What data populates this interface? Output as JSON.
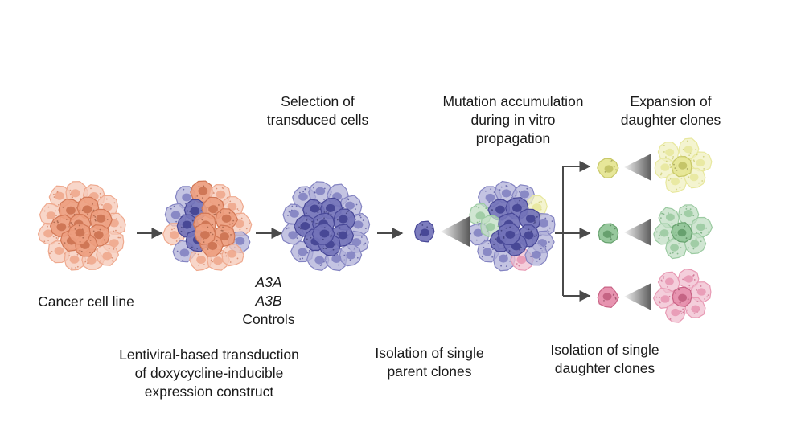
{
  "colors": {
    "cancer": "#e8845e",
    "transduced": "#4f4fa8",
    "transduced_light": "#b9b8e3",
    "mutation_yellow": "#dede74",
    "mutation_green": "#72b47a",
    "mutation_pink": "#de6e94",
    "arrow": "#4a4a4a"
  },
  "steps": {
    "cancer_line": "Cancer cell line",
    "transduction": [
      "Lentiviral-based transduction",
      "of doxycycline-inducible",
      "expression construct"
    ],
    "constructs": [
      "A3A",
      "A3B",
      "Controls"
    ],
    "selection": [
      "Selection of",
      "transduced cells"
    ],
    "isolation_parent": [
      "Isolation of single",
      "parent clones"
    ],
    "mutation": [
      "Mutation accumulation",
      "during in vitro",
      "propagation"
    ],
    "isolation_daughter": [
      "Isolation of single",
      "daughter clones"
    ],
    "expansion": [
      "Expansion of",
      "daughter clones"
    ]
  },
  "icons": [
    "cell-cluster-icon",
    "single-cell-icon",
    "wedge-icon",
    "arrow-icon"
  ]
}
